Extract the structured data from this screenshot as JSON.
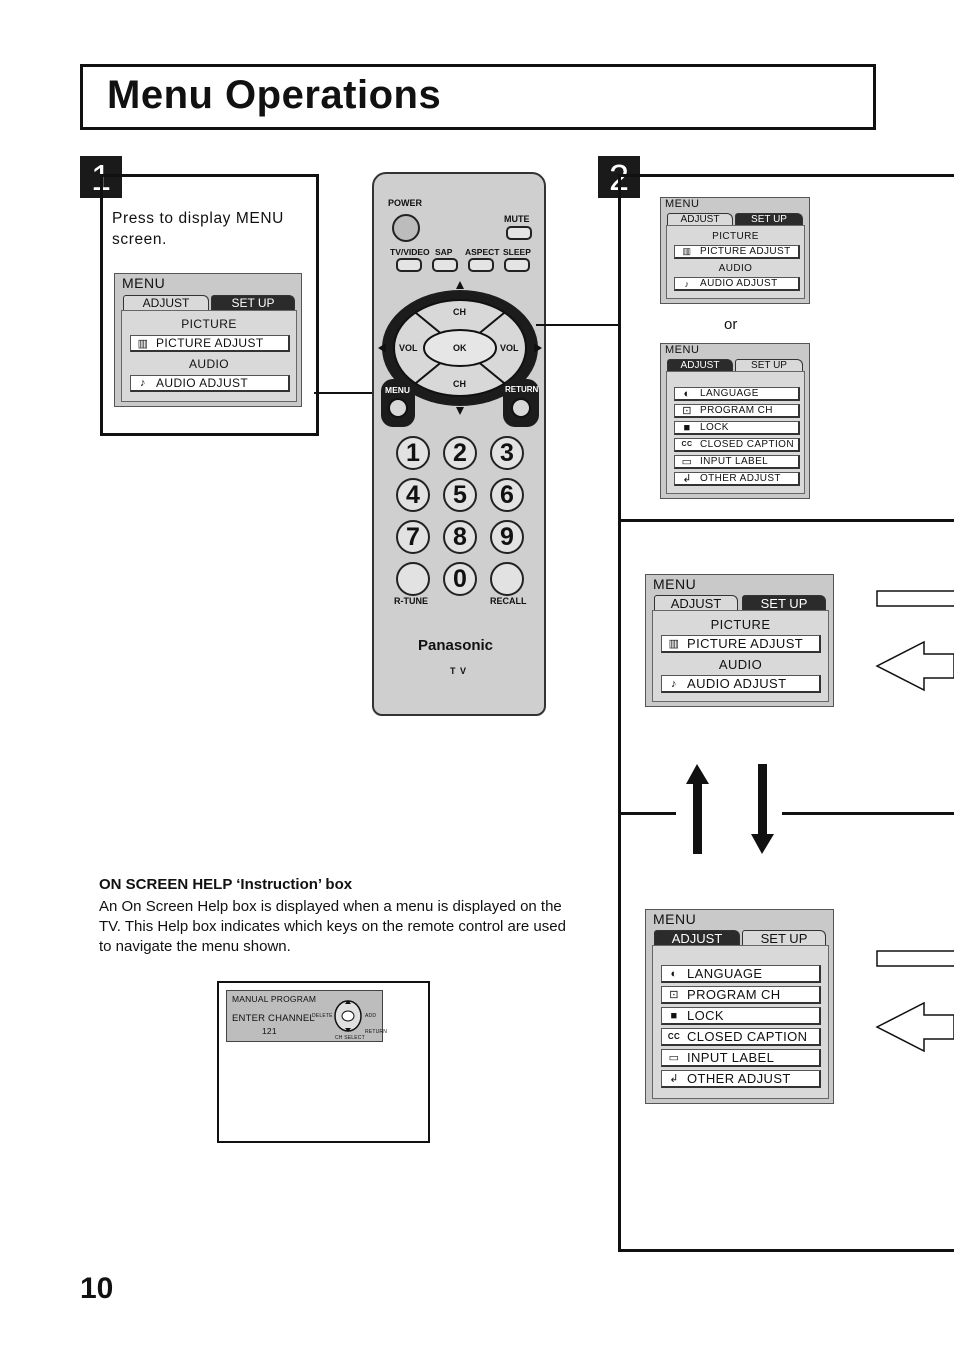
{
  "page_title": "Menu Operations",
  "page_number": "10",
  "step1": {
    "number": "1",
    "instruction": "Press to display MENU screen."
  },
  "step2": {
    "number": "2"
  },
  "or_text": "or",
  "menu_adjust": {
    "title": "MENU",
    "tab_adjust": "ADJUST",
    "tab_setup": "SET UP",
    "section_picture": "PICTURE",
    "item_picture_adjust": "PICTURE  ADJUST",
    "section_audio": "AUDIO",
    "item_audio_adjust": "AUDIO  ADJUST"
  },
  "menu_setup": {
    "title": "MENU",
    "tab_adjust": "ADJUST",
    "tab_setup": "SET  UP",
    "items": [
      {
        "label": "LANGUAGE",
        "icon": "language-icon"
      },
      {
        "label": "PROGRAM  CH",
        "icon": "program-ch-icon"
      },
      {
        "label": "LOCK",
        "icon": "lock-icon"
      },
      {
        "label": "CLOSED  CAPTION",
        "icon": "cc-icon"
      },
      {
        "label": "INPUT  LABEL",
        "icon": "input-label-icon"
      },
      {
        "label": "OTHER  ADJUST",
        "icon": "other-adjust-icon"
      }
    ]
  },
  "remote": {
    "power": "POWER",
    "mute": "MUTE",
    "tvvideo": "TV/VIDEO",
    "sap": "SAP",
    "aspect": "ASPECT",
    "sleep": "SLEEP",
    "ch": "CH",
    "vol": "VOL",
    "ok": "OK",
    "menu": "MENU",
    "return": "RETURN",
    "digits": [
      "1",
      "2",
      "3",
      "4",
      "5",
      "6",
      "7",
      "8",
      "9",
      "0"
    ],
    "rtune": "R-TUNE",
    "recall": "RECALL",
    "brand": "Panasonic",
    "tv": "T V"
  },
  "help": {
    "heading": "ON SCREEN HELP ‘Instruction’ box",
    "body": "An On Screen Help box is displayed when a menu is displayed on the TV. This Help box indicates which keys on the remote control are used to navigate the menu shown.",
    "mini_line1": "MANUAL  PROGRAM",
    "mini_line2": "ENTER  CHANNEL",
    "mini_line3": "121",
    "mini_delete": "DELETE",
    "mini_add": "ADD",
    "mini_return": "RETURN",
    "mini_chselect": "CH  SELECT"
  }
}
